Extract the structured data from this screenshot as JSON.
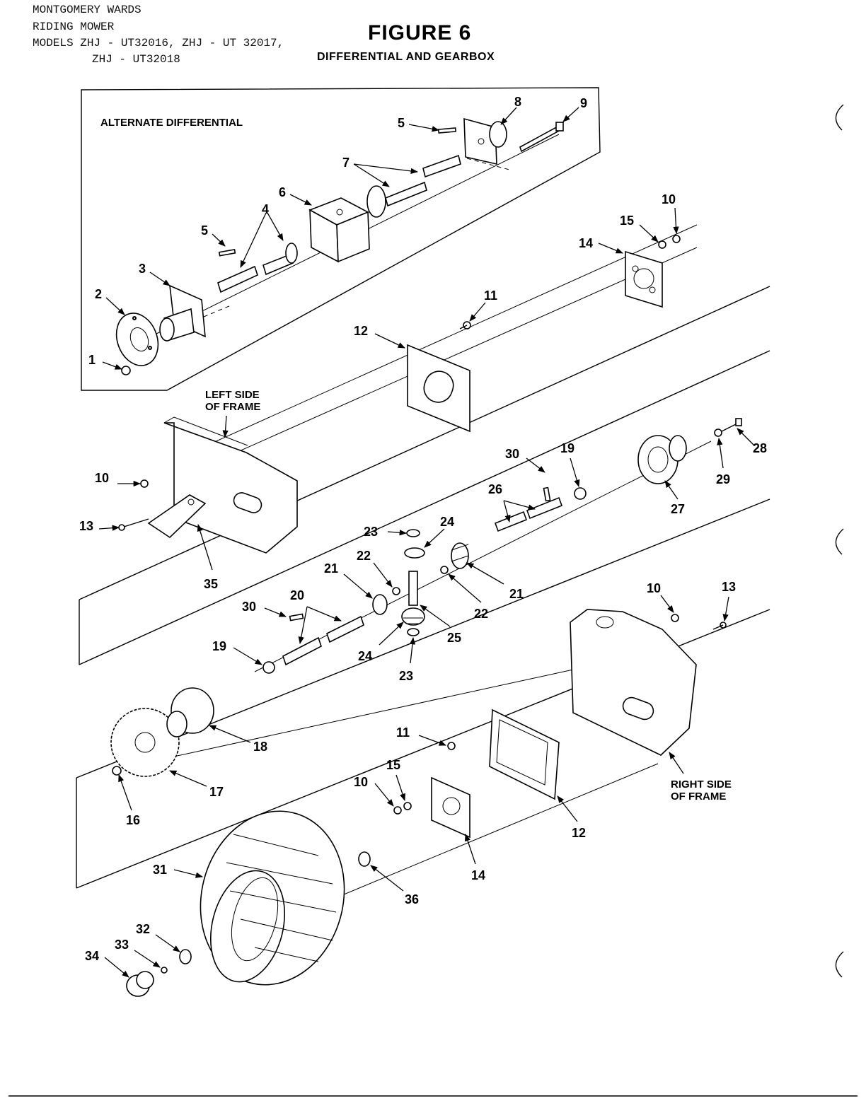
{
  "header": {
    "line1": "MONTGOMERY WARDS",
    "line2": "RIDING MOWER",
    "line3": "MODELS ZHJ - UT32016, ZHJ - UT 32017,",
    "line4": "ZHJ - UT32018"
  },
  "figure": {
    "title": "FIGURE 6",
    "subtitle": "DIFFERENTIAL AND GEARBOX"
  },
  "notes": {
    "alternate_differential": "ALTERNATE DIFFERENTIAL",
    "left_side_l1": "LEFT SIDE",
    "left_side_l2": "OF FRAME",
    "right_side_l1": "RIGHT SIDE",
    "right_side_l2": "OF FRAME"
  },
  "callouts": [
    {
      "id": "c1",
      "text": "1"
    },
    {
      "id": "c2",
      "text": "2"
    },
    {
      "id": "c3",
      "text": "3"
    },
    {
      "id": "c4",
      "text": "4"
    },
    {
      "id": "c5a",
      "text": "5"
    },
    {
      "id": "c5b",
      "text": "5"
    },
    {
      "id": "c6",
      "text": "6"
    },
    {
      "id": "c7",
      "text": "7"
    },
    {
      "id": "c8",
      "text": "8"
    },
    {
      "id": "c9",
      "text": "9"
    },
    {
      "id": "c10a",
      "text": "10"
    },
    {
      "id": "c15a",
      "text": "15"
    },
    {
      "id": "c14a",
      "text": "14"
    },
    {
      "id": "c11a",
      "text": "11"
    },
    {
      "id": "c12a",
      "text": "12"
    },
    {
      "id": "c10b",
      "text": "10"
    },
    {
      "id": "c13a",
      "text": "13"
    },
    {
      "id": "c35",
      "text": "35"
    },
    {
      "id": "c30a",
      "text": "30"
    },
    {
      "id": "c19a",
      "text": "19"
    },
    {
      "id": "c26",
      "text": "26"
    },
    {
      "id": "c27",
      "text": "27"
    },
    {
      "id": "c28",
      "text": "28"
    },
    {
      "id": "c29",
      "text": "29"
    },
    {
      "id": "c23a",
      "text": "23"
    },
    {
      "id": "c24a",
      "text": "24"
    },
    {
      "id": "c22a",
      "text": "22"
    },
    {
      "id": "c21a",
      "text": "21"
    },
    {
      "id": "c21b",
      "text": "21"
    },
    {
      "id": "c22b",
      "text": "22"
    },
    {
      "id": "c25",
      "text": "25"
    },
    {
      "id": "c20",
      "text": "20"
    },
    {
      "id": "c30b",
      "text": "30"
    },
    {
      "id": "c19b",
      "text": "19"
    },
    {
      "id": "c24b",
      "text": "24"
    },
    {
      "id": "c23b",
      "text": "23"
    },
    {
      "id": "c10c",
      "text": "10"
    },
    {
      "id": "c13b",
      "text": "13"
    },
    {
      "id": "c18",
      "text": "18"
    },
    {
      "id": "c17",
      "text": "17"
    },
    {
      "id": "c16",
      "text": "16"
    },
    {
      "id": "c11b",
      "text": "11"
    },
    {
      "id": "c15b",
      "text": "15"
    },
    {
      "id": "c10d",
      "text": "10"
    },
    {
      "id": "c12b",
      "text": "12"
    },
    {
      "id": "c14b",
      "text": "14"
    },
    {
      "id": "c36",
      "text": "36"
    },
    {
      "id": "c31",
      "text": "31"
    },
    {
      "id": "c32",
      "text": "32"
    },
    {
      "id": "c33",
      "text": "33"
    },
    {
      "id": "c34",
      "text": "34"
    }
  ]
}
